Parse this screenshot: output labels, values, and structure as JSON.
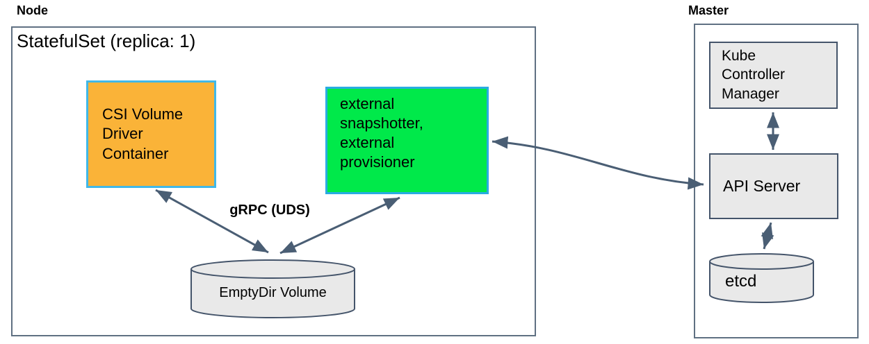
{
  "colors": {
    "orange-fill": "#FAB338",
    "orange-border": "#41B8E8",
    "green-fill": "#00E94A",
    "green-border": "#29ABE2",
    "gray-fill": "#E9E9E9",
    "slate-border": "#44546A",
    "outer-border": "#5F7082",
    "arrow": "#4A5E74",
    "text": "#000000"
  },
  "node_section": {
    "title": "Node",
    "statefulset_label": "StatefulSet (replica: 1)",
    "csi_driver_label": "CSI Volume Driver Container",
    "sidecars_label": "external snapshotter, external provisioner",
    "grpc_label": "gRPC (UDS)",
    "emptydir_label": "EmptyDir Volume"
  },
  "master_section": {
    "title": "Master",
    "kube_controller_manager_label": "Kube Controller Manager",
    "api_server_label": "API Server",
    "etcd_label": "etcd"
  }
}
